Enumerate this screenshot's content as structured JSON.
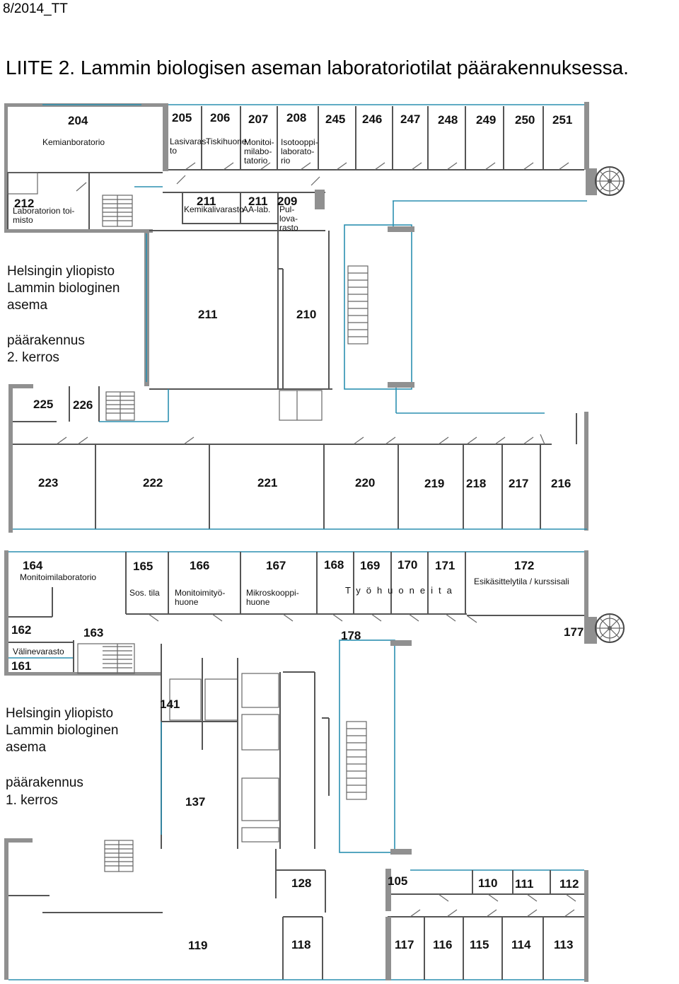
{
  "header": {
    "doc_ref": "8/2014_TT",
    "title": "LIITE 2. Lammin biologisen aseman laboratoriotilat päärakennuksessa."
  },
  "floor2": {
    "building_lines": [
      "Helsingin yliopisto",
      "Lammin biologinen",
      "asema"
    ],
    "floor_lines": [
      "päärakennus",
      "2. kerros"
    ],
    "rooms": [
      {
        "num": "204",
        "label": [
          "Kemianboratorio"
        ]
      },
      {
        "num": "205",
        "label": [
          "Lasivaras-",
          "to"
        ]
      },
      {
        "num": "206",
        "label": [
          "Tiskihuone"
        ]
      },
      {
        "num": "207",
        "label": [
          "Monitoi-",
          "milabo-",
          "tatorio"
        ]
      },
      {
        "num": "208",
        "label": [
          "Isotooppi-",
          "laborato-",
          "rio"
        ]
      },
      {
        "num": "245",
        "label": []
      },
      {
        "num": "246",
        "label": []
      },
      {
        "num": "247",
        "label": []
      },
      {
        "num": "248",
        "label": []
      },
      {
        "num": "249",
        "label": []
      },
      {
        "num": "250",
        "label": []
      },
      {
        "num": "251",
        "label": []
      },
      {
        "num": "212",
        "label": [
          "Laboratorion toi-",
          "misto"
        ]
      },
      {
        "num": "211",
        "label": [
          "Kemikalivarasto"
        ]
      },
      {
        "num": "211",
        "label": [
          "AA-lab."
        ]
      },
      {
        "num": "209",
        "label": [
          "Pul-",
          "lova-",
          "rasto"
        ]
      },
      {
        "num": "211",
        "label": []
      },
      {
        "num": "210",
        "label": []
      },
      {
        "num": "225",
        "label": []
      },
      {
        "num": "226",
        "label": []
      },
      {
        "num": "223",
        "label": []
      },
      {
        "num": "222",
        "label": []
      },
      {
        "num": "221",
        "label": []
      },
      {
        "num": "220",
        "label": []
      },
      {
        "num": "219",
        "label": []
      },
      {
        "num": "218",
        "label": []
      },
      {
        "num": "217",
        "label": []
      },
      {
        "num": "216",
        "label": []
      }
    ]
  },
  "floor1": {
    "building_lines": [
      "Helsingin yliopisto",
      "Lammin biologinen",
      "asema"
    ],
    "floor_lines": [
      "päärakennus",
      "1. kerros"
    ],
    "work_rooms_label": "Työhuoneita",
    "rooms": [
      {
        "num": "164",
        "label": [
          "Monitoimilaboratorio"
        ]
      },
      {
        "num": "165",
        "label": [
          "Sos. tila"
        ]
      },
      {
        "num": "166",
        "label": [
          "Monitoimityö-",
          "huone"
        ]
      },
      {
        "num": "167",
        "label": [
          "Mikroskooppi-",
          "huone"
        ]
      },
      {
        "num": "168",
        "label": []
      },
      {
        "num": "169",
        "label": []
      },
      {
        "num": "170",
        "label": []
      },
      {
        "num": "171",
        "label": []
      },
      {
        "num": "172",
        "label": [
          "Esikäsittelytila / kurssisali"
        ]
      },
      {
        "num": "162",
        "label": []
      },
      {
        "num": "163",
        "label": []
      },
      {
        "num": "178",
        "label": []
      },
      {
        "num": "177",
        "label": []
      },
      {
        "num": "161",
        "label": [
          "Välinevarasto"
        ]
      },
      {
        "num": "141",
        "label": []
      },
      {
        "num": "137",
        "label": []
      },
      {
        "num": "128",
        "label": []
      },
      {
        "num": "105",
        "label": []
      },
      {
        "num": "110",
        "label": []
      },
      {
        "num": "111",
        "label": []
      },
      {
        "num": "112",
        "label": []
      },
      {
        "num": "119",
        "label": []
      },
      {
        "num": "118",
        "label": []
      },
      {
        "num": "117",
        "label": []
      },
      {
        "num": "116",
        "label": []
      },
      {
        "num": "115",
        "label": []
      },
      {
        "num": "114",
        "label": []
      },
      {
        "num": "113",
        "label": []
      }
    ]
  }
}
